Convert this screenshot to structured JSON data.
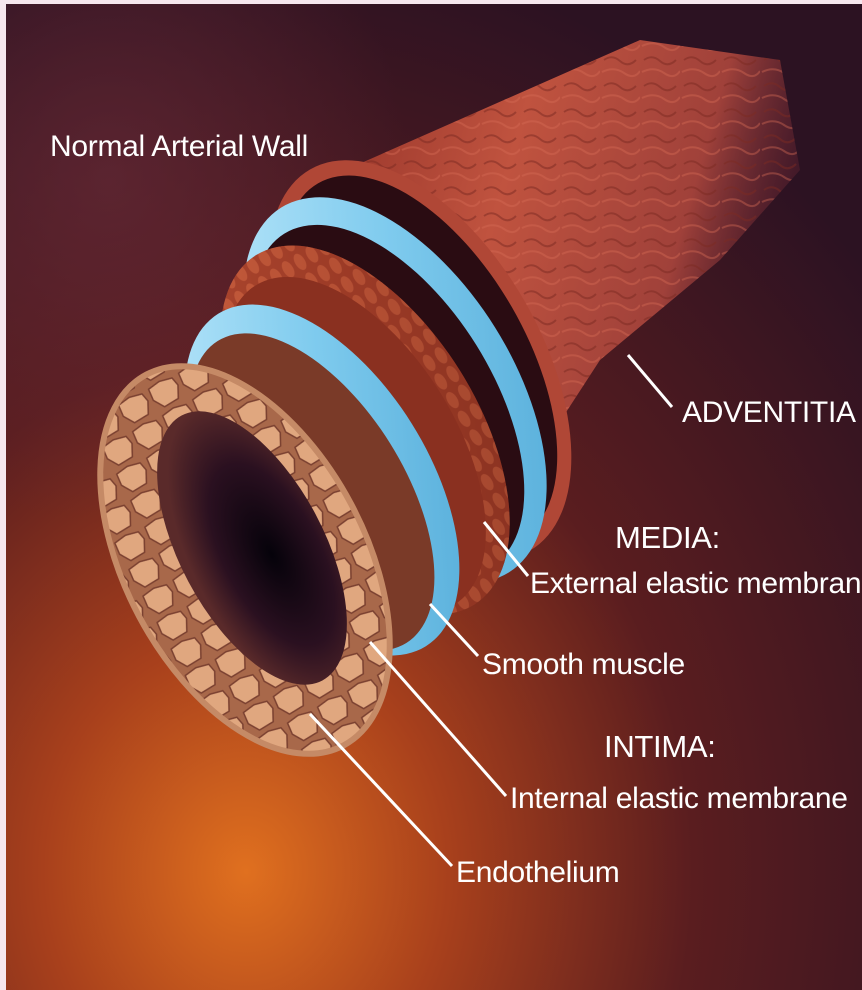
{
  "diagram": {
    "title": "Normal Arterial Wall",
    "labels": {
      "adventitia": "ADVENTITIA",
      "media_heading": "MEDIA:",
      "external_elastic_membrane": "External elastic membrane",
      "smooth_muscle": "Smooth muscle",
      "intima_heading": "INTIMA:",
      "internal_elastic_membrane": "Internal elastic membrane",
      "endothelium": "Endothelium"
    }
  },
  "colors": {
    "background_dark": "#3a1420",
    "background_warm": "#c8561a",
    "adventitia": "#b5483a",
    "elastic_membrane": "#8fd3ef",
    "smooth_muscle": "#a8432d",
    "endothelium_cells": "#d9a07a",
    "lumen": "#1e0a10",
    "label_text": "#ffffff"
  }
}
